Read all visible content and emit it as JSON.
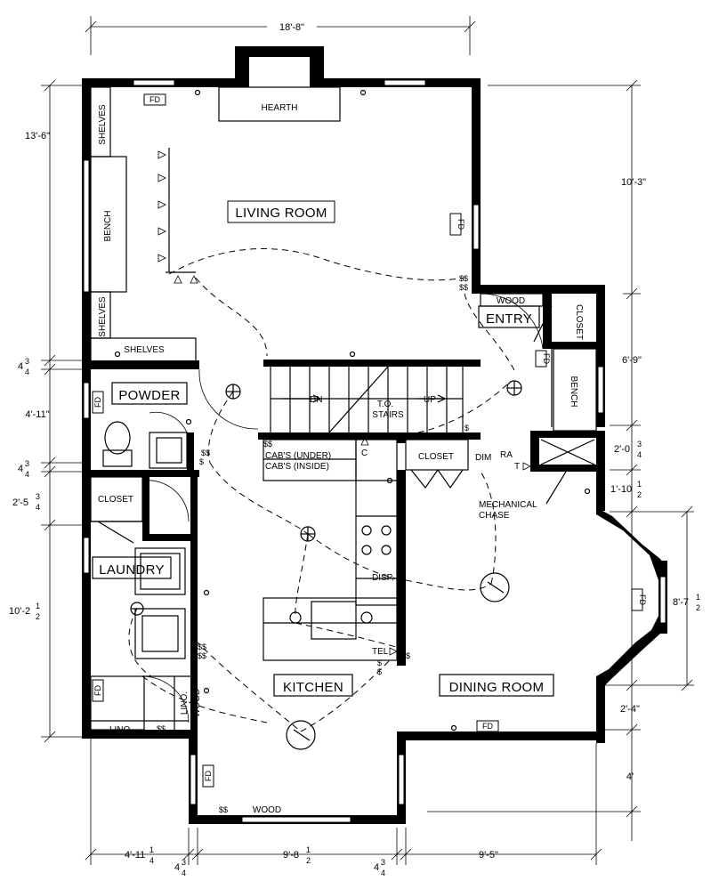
{
  "rooms": {
    "living": "LIVING ROOM",
    "entry": "ENTRY",
    "powder": "POWDER",
    "laundry": "LAUNDRY",
    "kitchen": "KITCHEN",
    "dining": "DINING ROOM"
  },
  "labels": {
    "hearth": "HEARTH",
    "shelves_top": "SHELVES",
    "bench_left": "BENCH",
    "shelves_mid": "SHELVES",
    "shelves_bottom": "SHELVES",
    "fd_top": "FD",
    "fd_living": "FD",
    "fd_entry": "FD",
    "fd_powder": "FD",
    "fd_laundry": "FD",
    "fd_dining_right": "FD",
    "fd_dining_bottom": "FD",
    "fd_kitchen": "FD",
    "wood_entry": "WOOD",
    "closet_entry": "CLOSET",
    "bench_entry": "BENCH",
    "stairs": "T.O.\nSTAIRS",
    "stairs_l1": "T.O.",
    "stairs_l2": "STAIRS",
    "dn": "DN",
    "up": "UP",
    "cabs_under": "CAB'S (UNDER)",
    "cabs_inside": "CAB'S (INSIDE)",
    "closet_kitchen": "CLOSET",
    "dim_label": "DIM",
    "closet_laundry": "CLOSET",
    "ra": "RA",
    "t": "T",
    "mechanical": "MECHANICAL",
    "chase": "CHASE",
    "disp": "DISP.",
    "tel": "TEL",
    "lino_v": "LINO.",
    "wood_v": "WOOD",
    "lino_h": "LINO.",
    "wood_bottom": "WOOD",
    "c": "C"
  },
  "dimensions": {
    "top": "18'-8\"",
    "left_1": "13'-6\"",
    "left_2_whole": "4",
    "left_3": "4'-11\"",
    "left_4_whole": "4",
    "left_5": "2'-5",
    "left_6": "10'-2",
    "right_1": "10'-3\"",
    "right_2": "6'-9\"",
    "right_3": "2'-0",
    "right_4": "1'-10",
    "right_5": "8'-7",
    "right_6": "2'-4\"",
    "right_7": "4'",
    "bottom_1": "4'-11",
    "bottom_2_whole": "4",
    "bottom_3": "9'-8",
    "bottom_4_whole": "4",
    "bottom_5": "9'-5\"",
    "frac_34_n": "3",
    "frac_34_d": "4",
    "frac_12_n": "1",
    "frac_12_d": "2",
    "frac_14_n": "1",
    "frac_14_d": "4",
    "inch": "\""
  }
}
